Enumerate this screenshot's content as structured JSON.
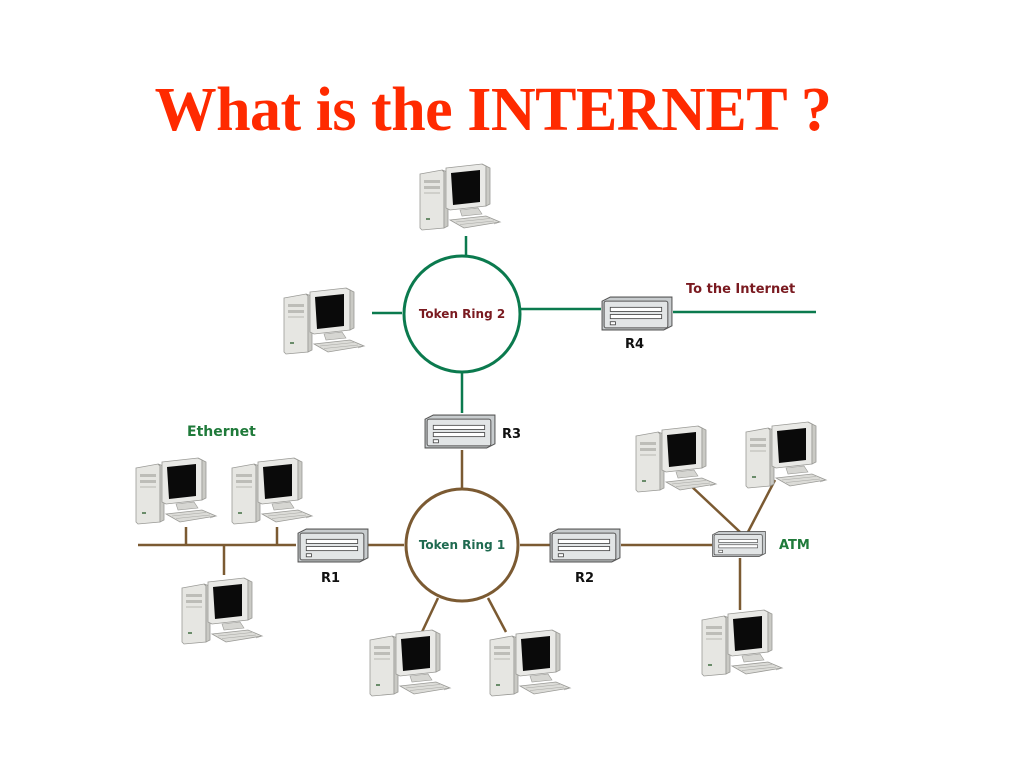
{
  "title": "What is the INTERNET ?",
  "colors": {
    "title": "#ff2a00",
    "green_link": "#0b7a4e",
    "brown_link": "#7b5a32",
    "green_label": "#1f7a3a",
    "dark_red_label": "#7a1a20",
    "router_label": "#111111",
    "computer_case": "#e9e9e6",
    "monitor_screen": "#0a0a0a",
    "router_body": "#cfd3d4"
  },
  "diagram": {
    "token_ring_1": "Token Ring 1",
    "token_ring_2": "Token Ring 2",
    "ethernet": "Ethernet",
    "atm": "ATM",
    "to_internet": "To the Internet",
    "routers": {
      "r1": "R1",
      "r2": "R2",
      "r3": "R3",
      "r4": "R4"
    }
  }
}
